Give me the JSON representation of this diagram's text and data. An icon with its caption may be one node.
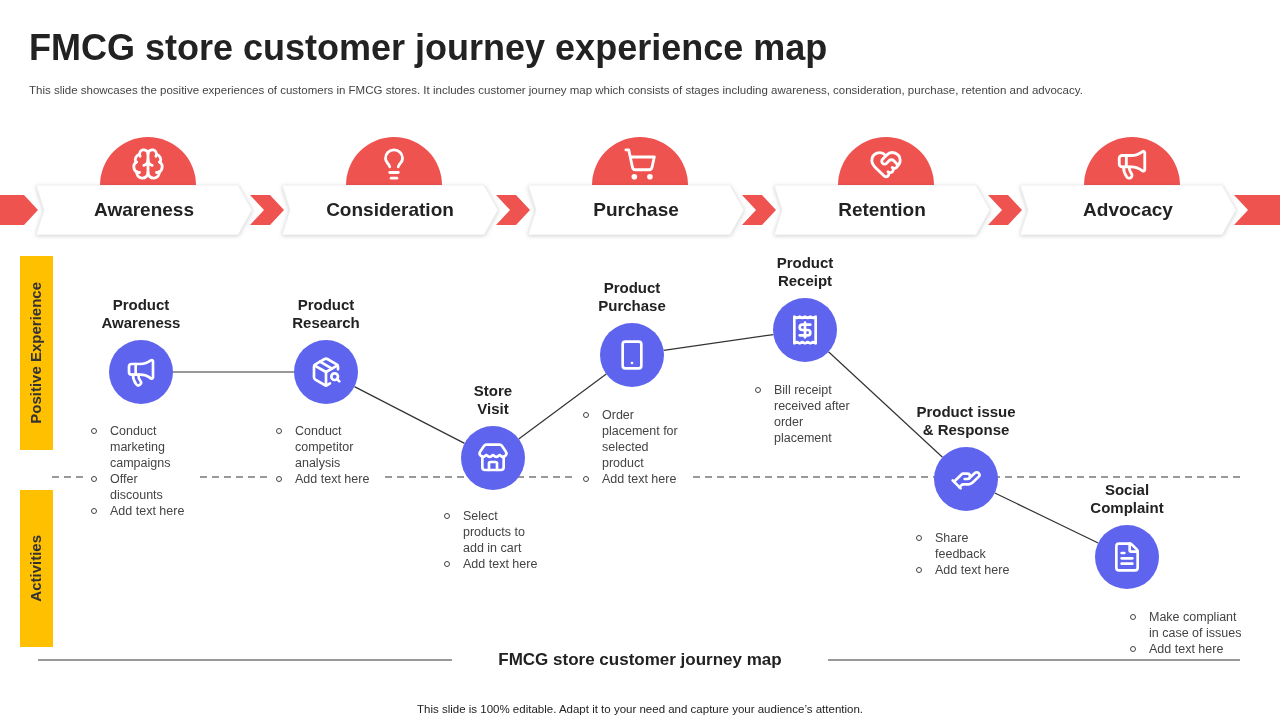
{
  "diagram": {
    "title": "FMCG store customer journey experience map",
    "nodes": [
      {
        "text": [
          "Awareness"
        ]
      },
      {
        "text": [
          "Consideration"
        ]
      },
      {
        "text": [
          "Purchase"
        ]
      },
      {
        "text": [
          "Retention"
        ]
      },
      {
        "text": [
          "Advocacy"
        ]
      },
      {
        "text": [
          "Positive Experience"
        ]
      },
      {
        "text": [
          "Activities"
        ]
      },
      {
        "text": [
          "Product Awareness"
        ],
        "beside": [
          "Conduct marketing campaigns",
          "Offer discounts",
          "Add text here"
        ]
      },
      {
        "text": [
          "Product Research"
        ],
        "beside": [
          "Conduct competitor analysis",
          "Add text here"
        ]
      },
      {
        "text": [
          "Store Visit"
        ],
        "beside": [
          "Select products to add in cart",
          "Add text here"
        ]
      },
      {
        "text": [
          "Product Purchase"
        ],
        "beside": [
          "Order placement for selected product",
          "Add text here"
        ]
      },
      {
        "text": [
          "Product Receipt"
        ],
        "beside": [
          "Bill receipt received  after order placement"
        ]
      },
      {
        "text": [
          "Product issue & Response"
        ],
        "beside": [
          "Share feedback",
          "Add text here"
        ]
      },
      {
        "text": [
          "Social Complaint"
        ],
        "beside": [
          "Make compliant in case of issues",
          "Add text here"
        ]
      }
    ],
    "edges": [
      {
        "from": null,
        "to": 0,
        "arrow": "to"
      },
      {
        "from": 0,
        "to": 1,
        "arrow": "to"
      },
      {
        "from": 1,
        "to": 2,
        "arrow": "to"
      },
      {
        "from": 2,
        "to": 3,
        "arrow": "to"
      },
      {
        "from": 3,
        "to": 4,
        "arrow": "to"
      },
      {
        "from": 4,
        "to": null,
        "arrow": "none"
      },
      {
        "from": 7,
        "to": 8,
        "arrow": "none"
      },
      {
        "from": 8,
        "to": 9,
        "arrow": "none"
      },
      {
        "from": 9,
        "to": 10,
        "arrow": "none"
      },
      {
        "from": 10,
        "to": 11,
        "arrow": "none"
      },
      {
        "from": 11,
        "to": 12,
        "arrow": "none"
      },
      {
        "from": 12,
        "to": 13,
        "arrow": "none"
      }
    ],
    "labels": [
      "This slide showcases the positive experiences of customers in FMCG stores. It includes customer journey map which consists of stages including awareness, consideration, purchase, retention and advocacy.",
      "FMCG store customer journey map",
      "This slide is 100% editable. Adapt it to your need and capture your audience’s attention."
    ]
  }
}
